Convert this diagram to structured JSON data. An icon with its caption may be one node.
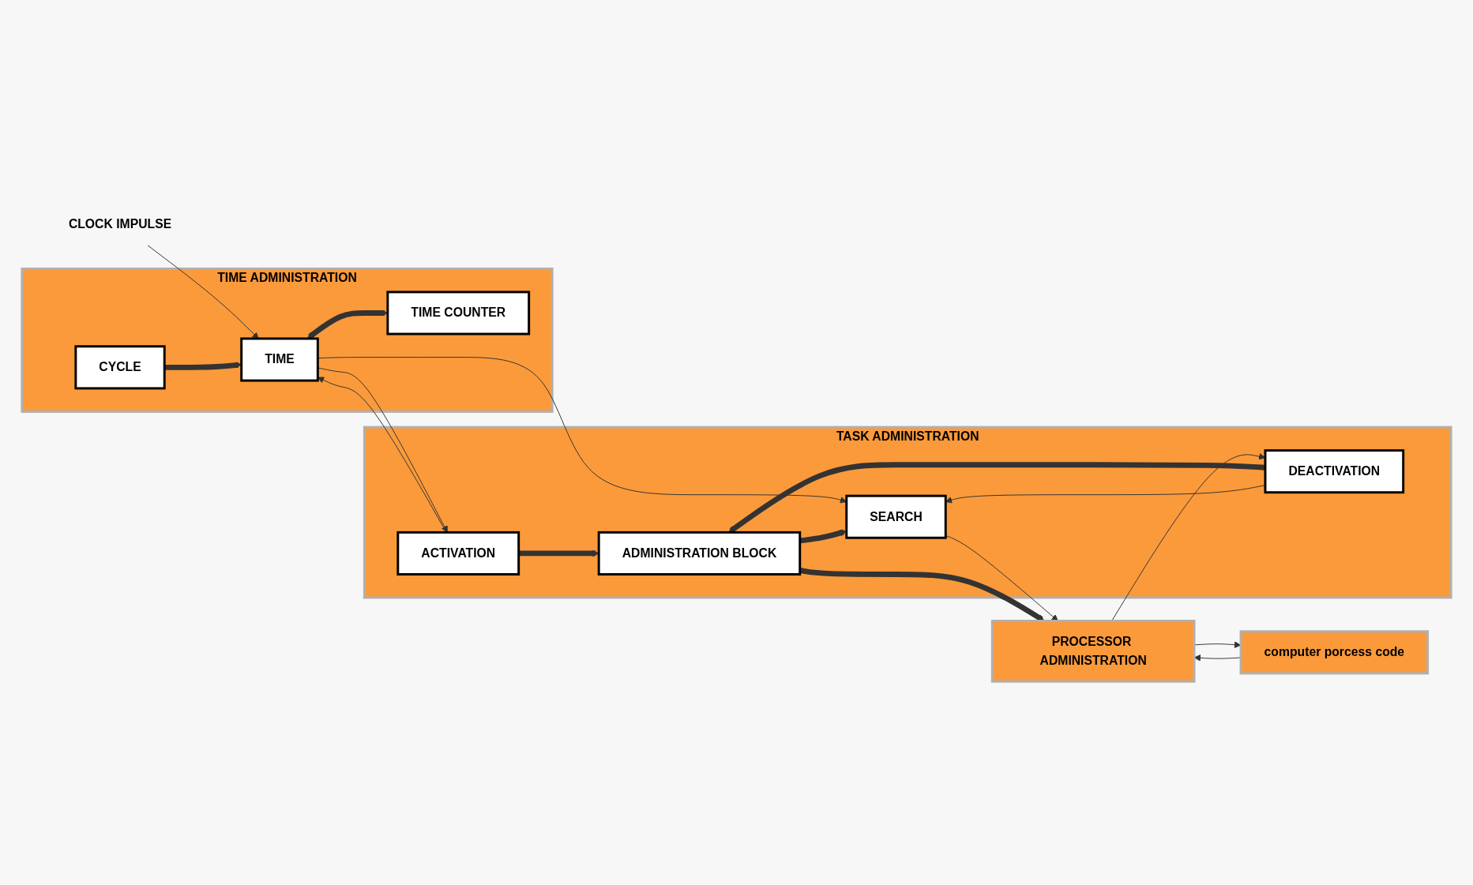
{
  "diagram": {
    "nodes": [
      {
        "text": [
          "TIME ADMINISTRATION"
        ]
      },
      {
        "text": [
          "TIME"
        ],
        "in": 0
      },
      {
        "text": [
          "CYCLE"
        ],
        "in": 0
      },
      {
        "text": [
          "TIME COUNTER"
        ],
        "in": 0
      },
      {
        "text": [
          "TASK ADMINISTRATION"
        ]
      },
      {
        "text": [
          "ACTIVATION"
        ],
        "in": 4
      },
      {
        "text": [
          "SEARCH"
        ],
        "in": 4
      },
      {
        "text": [
          "ADMINISTRATION BLOCK"
        ],
        "in": 4
      },
      {
        "text": [
          "DEACTIVATION"
        ],
        "in": 4
      },
      {
        "text": [
          "PROCESSOR ADMINISTRATION"
        ]
      },
      {
        "text": [
          "computer porcess code"
        ]
      },
      {
        "text": [
          "CLOCK IMPULSE"
        ]
      }
    ],
    "edges": [
      {
        "from": 11,
        "to": 1,
        "arrow": "to"
      },
      {
        "from": 1,
        "to": 5,
        "arrow": "to"
      },
      {
        "from": 5,
        "to": 1,
        "arrow": "to"
      },
      {
        "from": 1,
        "to": 6,
        "arrow": "to"
      },
      {
        "from": 2,
        "to": 1,
        "arrow": "to",
        "style": "thick"
      },
      {
        "from": 1,
        "to": 3,
        "arrow": "both",
        "style": "thick"
      },
      {
        "from": 5,
        "to": 7,
        "arrow": "to",
        "style": "thick"
      },
      {
        "from": 7,
        "to": 6,
        "arrow": "to",
        "style": "thick"
      },
      {
        "from": 8,
        "to": 7,
        "arrow": "to",
        "style": "thick"
      },
      {
        "from": 8,
        "to": 6,
        "arrow": "to"
      },
      {
        "from": 6,
        "to": 9,
        "arrow": "to"
      },
      {
        "from": 7,
        "to": 9,
        "arrow": "to",
        "style": "thick"
      },
      {
        "from": 9,
        "to": 8,
        "arrow": "to"
      },
      {
        "from": 9,
        "to": 10,
        "arrow": "to"
      },
      {
        "from": 10,
        "to": 9,
        "arrow": "to"
      }
    ]
  }
}
